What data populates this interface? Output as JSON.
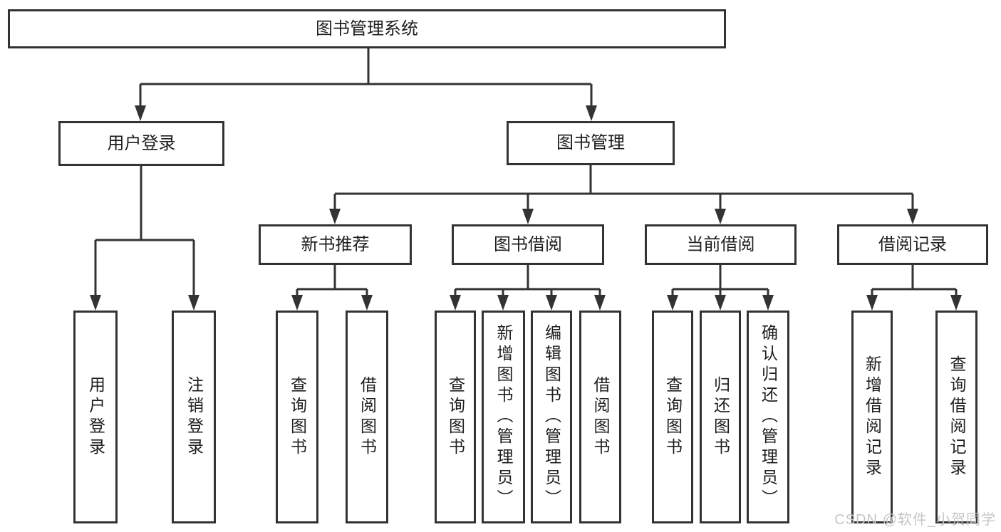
{
  "tree": {
    "root": {
      "label": "图书管理系统",
      "children": [
        {
          "label": "用户登录",
          "children": [
            {
              "label": "用户登录"
            },
            {
              "label": "注销登录"
            }
          ]
        },
        {
          "label": "图书管理",
          "children": [
            {
              "label": "新书推荐",
              "children": [
                {
                  "label": "查询图书"
                },
                {
                  "label": "借阅图书"
                }
              ]
            },
            {
              "label": "图书借阅",
              "children": [
                {
                  "label": "查询图书"
                },
                {
                  "label": "新增图书（管理员）"
                },
                {
                  "label": "编辑图书（管理员）"
                },
                {
                  "label": "借阅图书"
                }
              ]
            },
            {
              "label": "当前借阅",
              "children": [
                {
                  "label": "查询图书"
                },
                {
                  "label": "归还图书"
                },
                {
                  "label": "确认归还（管理员）"
                }
              ]
            },
            {
              "label": "借阅记录",
              "children": [
                {
                  "label": "新增借阅记录"
                },
                {
                  "label": "查询借阅记录"
                }
              ]
            }
          ]
        }
      ]
    }
  },
  "watermark": {
    "text": "CSDN @软件_小贺同学"
  },
  "colors": {
    "line": "#333333",
    "text": "#1e1e1e",
    "watermark": "#c6c6c6",
    "background": "#ffffff"
  }
}
